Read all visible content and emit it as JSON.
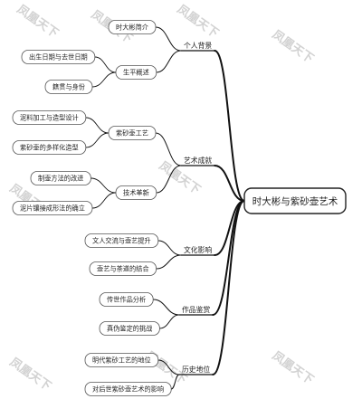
{
  "root": "时大彬与紫砂壶艺术",
  "branches": [
    {
      "label": "个人背景",
      "children": [
        {
          "label": "时大彬简介",
          "children": []
        },
        {
          "label": "生平概述",
          "children": [
            {
              "label": "出生日期与去世日期"
            },
            {
              "label": "籍贯与身份"
            }
          ]
        }
      ]
    },
    {
      "label": "艺术成就",
      "children": [
        {
          "label": "紫砂壶工艺",
          "children": [
            {
              "label": "泥料加工与造型设计"
            },
            {
              "label": "紫砂壶的多样化造型"
            }
          ]
        },
        {
          "label": "技术革新",
          "children": [
            {
              "label": "制壶方法的改进"
            },
            {
              "label": "泥片镶接成形法的确立"
            }
          ]
        }
      ]
    },
    {
      "label": "文化影响",
      "children": [
        {
          "label": "文人交流与壶艺提升"
        },
        {
          "label": "壶艺与茶道的结合"
        }
      ]
    },
    {
      "label": "作品鉴赏",
      "children": [
        {
          "label": "传世作品分析"
        },
        {
          "label": "真伪鉴定的挑战"
        }
      ]
    },
    {
      "label": "历史地位",
      "children": [
        {
          "label": "明代紫砂工艺的地位"
        },
        {
          "label": "对后世紫砂壶艺术的影响"
        }
      ]
    }
  ],
  "watermark": "凤凰天下",
  "colors": {
    "line": "#111111",
    "node_border": "#555555",
    "root_border": "#222222",
    "text": "#222222",
    "watermark": "#d2d2d2"
  }
}
